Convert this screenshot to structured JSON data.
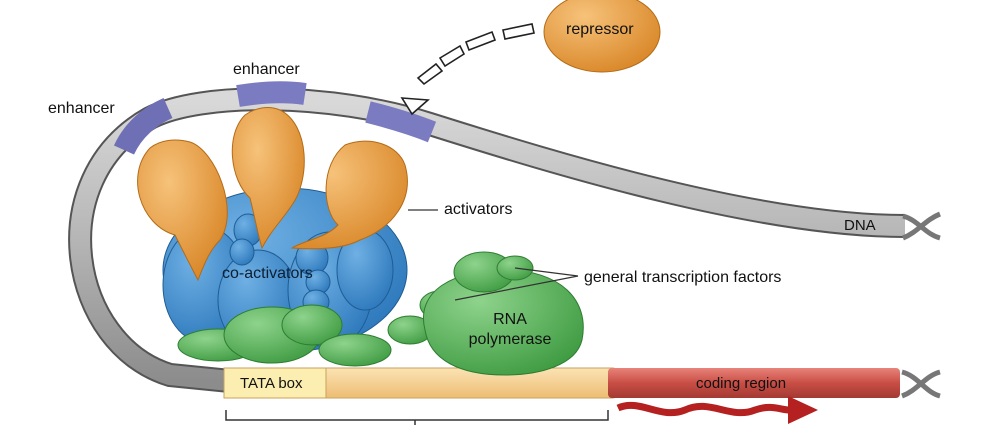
{
  "labels": {
    "repressor": "repressor",
    "enhancer_top": "enhancer",
    "enhancer_left": "enhancer",
    "activators": "activators",
    "dna": "DNA",
    "co_activators": "co-activators",
    "general_tf": "general transcription factors",
    "rna_polymerase_line1": "RNA",
    "rna_polymerase_line2": "polymerase",
    "tata_box": "TATA box",
    "coding_region": "coding region"
  },
  "colors": {
    "dna": "#a9a9a9",
    "enhancer": "#8f8fcf",
    "activator": "#e39a3b",
    "coactivator": "#3f8fd0",
    "gtf": "#5cb85c",
    "tata": "#fbeeb0",
    "promoter": "#f5cf90",
    "coding": "#c84e45",
    "transcript": "#b52020"
  }
}
